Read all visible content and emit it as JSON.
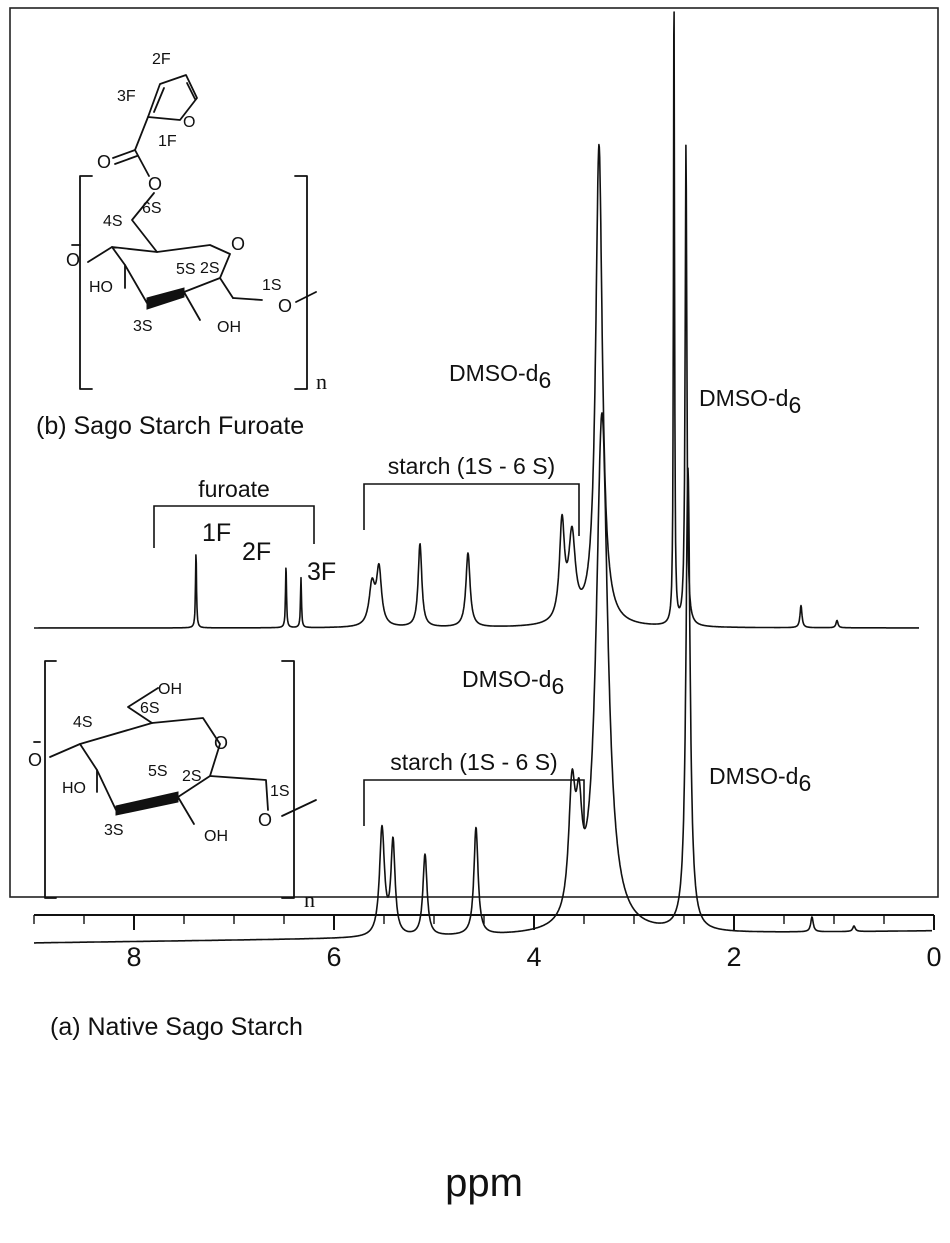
{
  "chart_data": {
    "type": "line",
    "title": "",
    "xlabel": "ppm",
    "ylabel": "",
    "xlim": [
      9.0,
      0.0
    ],
    "x_reversed": true,
    "x_ticks": [
      8,
      6,
      4,
      2,
      0
    ],
    "x_tick_labels": [
      "8",
      "6",
      "4",
      "2",
      "0"
    ],
    "x_minor_step": 0.5,
    "grid": false,
    "series": [
      {
        "name": "(b) Sago Starch Furoate",
        "peaks": [
          {
            "ppm": 7.38,
            "height": 0.41,
            "width": 0.006
          },
          {
            "ppm": 6.48,
            "height": 0.34,
            "width": 0.006
          },
          {
            "ppm": 6.33,
            "height": 0.27,
            "width": 0.006
          },
          {
            "ppm": 5.62,
            "height": 0.22,
            "width": 0.035
          },
          {
            "ppm": 5.55,
            "height": 0.3,
            "width": 0.03
          },
          {
            "ppm": 5.14,
            "height": 0.45,
            "width": 0.022
          },
          {
            "ppm": 4.66,
            "height": 0.4,
            "width": 0.025
          },
          {
            "ppm": 3.72,
            "height": 0.52,
            "width": 0.03
          },
          {
            "ppm": 3.62,
            "height": 0.45,
            "width": 0.04
          },
          {
            "ppm": 3.35,
            "height": 2.6,
            "width": 0.04
          },
          {
            "ppm": 2.6,
            "height": 3.6,
            "width": 0.006
          },
          {
            "ppm": 2.48,
            "height": 2.6,
            "width": 0.01
          },
          {
            "ppm": 1.33,
            "height": 0.12,
            "width": 0.012
          },
          {
            "ppm": 0.97,
            "height": 0.04,
            "width": 0.012
          }
        ],
        "annotations": [
          {
            "text": "furoate",
            "range": [
              7.8,
              6.2
            ]
          },
          {
            "text": "starch (1S - 6 S)",
            "range": [
              5.7,
              3.55
            ]
          },
          {
            "text": "1F",
            "ppm": 7.38
          },
          {
            "text": "2F",
            "ppm": 6.48
          },
          {
            "text": "3F",
            "ppm": 6.33
          },
          {
            "text": "DMSO-d6",
            "ppm": 3.35
          },
          {
            "text": "DMSO-d6",
            "ppm": 2.48
          }
        ]
      },
      {
        "name": "(a) Native Sago Starch",
        "peaks": [
          {
            "ppm": 5.52,
            "height": 0.58,
            "width": 0.03
          },
          {
            "ppm": 5.41,
            "height": 0.5,
            "width": 0.025
          },
          {
            "ppm": 5.09,
            "height": 0.44,
            "width": 0.025
          },
          {
            "ppm": 4.58,
            "height": 0.58,
            "width": 0.025
          },
          {
            "ppm": 3.62,
            "height": 0.66,
            "width": 0.04
          },
          {
            "ppm": 3.55,
            "height": 0.45,
            "width": 0.035
          },
          {
            "ppm": 3.32,
            "height": 2.8,
            "width": 0.07
          },
          {
            "ppm": 2.46,
            "height": 2.5,
            "width": 0.025
          },
          {
            "ppm": 1.22,
            "height": 0.08,
            "width": 0.015
          },
          {
            "ppm": 0.8,
            "height": 0.03,
            "width": 0.015
          }
        ],
        "annotations": [
          {
            "text": "starch (1S - 6 S)",
            "range": [
              5.7,
              3.5
            ]
          },
          {
            "text": "DMSO-d6",
            "ppm": 3.32
          },
          {
            "text": "DMSO-d6",
            "ppm": 2.46
          }
        ]
      }
    ]
  },
  "labels": {
    "series_b": "(b) Sago Starch Furoate",
    "series_a": "(a) Native Sago Starch",
    "furoate": "furoate",
    "starch_b": "starch (1S - 6 S)",
    "starch_a": "starch (1S - 6 S)",
    "peak_1f": "1F",
    "peak_2f": "2F",
    "peak_3f": "3F",
    "dmso_text": "DMSO-d",
    "dmso_sub": "6"
  },
  "structure_b": {
    "ring_labels": [
      "1F",
      "2F",
      "3F"
    ],
    "carbons": [
      "1S",
      "2S",
      "3S",
      "4S",
      "5S",
      "6S"
    ],
    "hydroxyl": "HO",
    "oh": "OH",
    "ring_oxygen": "O",
    "carbonyl_oxygen": "O",
    "repeat": "n"
  },
  "structure_a": {
    "carbons": [
      "1S",
      "2S",
      "3S",
      "4S",
      "5S",
      "6S"
    ],
    "hydroxyl": "HO",
    "oh": "OH",
    "oh6": "OH",
    "ring_oxygen": "O",
    "repeat": "n"
  }
}
